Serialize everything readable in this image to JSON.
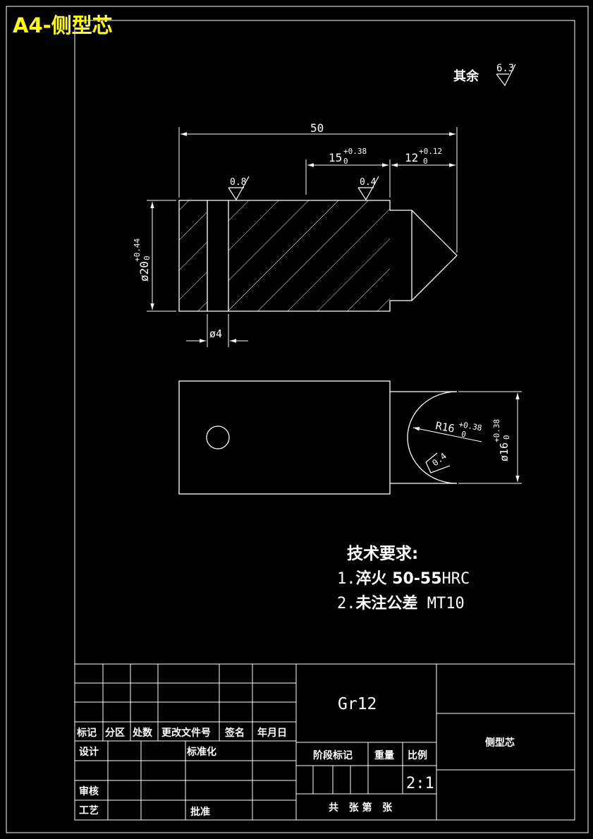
{
  "sheet": {
    "title": "A4-侧型芯",
    "title_color": "#ffff00",
    "line_color": "#ffffff",
    "background": "#000000"
  },
  "roughness": {
    "general_label": "其余",
    "general_value": "6.3",
    "values": [
      "0.8",
      "0.4",
      "0.4"
    ]
  },
  "dimensions": {
    "overall_length": "50",
    "segment_mid": {
      "nominal": "15",
      "upper": "+0.38",
      "lower": "0"
    },
    "segment_tip": {
      "nominal": "12",
      "upper": "+0.12",
      "lower": "0"
    },
    "diameter": {
      "nominal": "ø20",
      "upper": "+0.44",
      "lower": "0"
    },
    "hole": "ø4",
    "radius": {
      "nominal": "R16",
      "upper": "+0.38",
      "lower": "0"
    },
    "tip_diameter": {
      "nominal": "ø16",
      "upper": "+0.38",
      "lower": "0"
    }
  },
  "tech_requirements": {
    "heading": "技术要求:",
    "items": [
      {
        "prefix": "1.",
        "main": "淬火 50-55",
        "suffix": "HRC"
      },
      {
        "prefix": "2.",
        "main": "未注公差",
        "suffix": " MT10"
      }
    ]
  },
  "title_block": {
    "material": "Gr12",
    "part_name": "侧型芯",
    "revision_headers": [
      "标记",
      "分区",
      "处数",
      "更改文件号",
      "签名",
      "年月日"
    ],
    "design": "设计",
    "standardization": "标准化",
    "review": "审核",
    "process": "工艺",
    "approve": "批准",
    "stage_mark": "阶段标记",
    "weight": "重量",
    "scale_label": "比例",
    "scale": "2:1",
    "sheets": "共   张 第   张"
  }
}
